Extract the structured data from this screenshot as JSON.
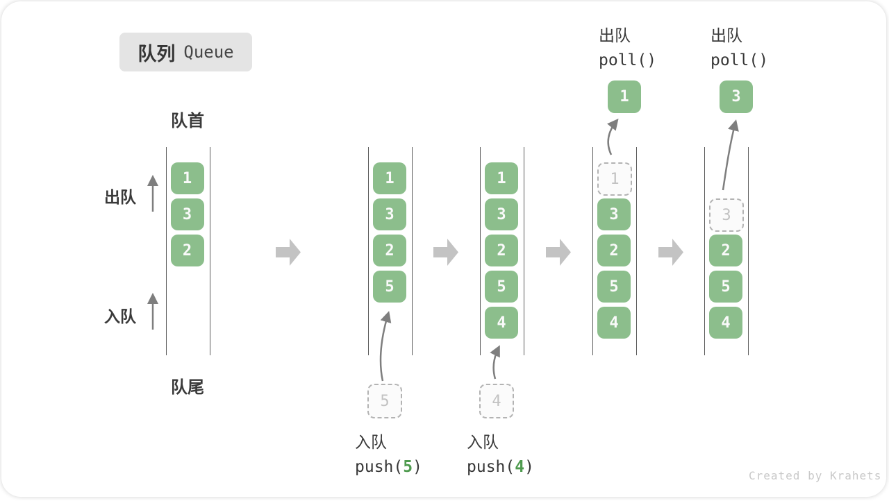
{
  "title": {
    "zh": "队列",
    "en": "Queue"
  },
  "structure_labels": {
    "front": "队首",
    "rear": "队尾",
    "dequeue_side": "出队",
    "enqueue_side": "入队"
  },
  "watermark": "Created by Krahets",
  "colors": {
    "cell_green": "#8cbe8c",
    "code_green": "#4f9b4f",
    "block_arrow_grey": "#c3c3c3",
    "thin_arrow_grey": "#7e7e7e",
    "dashed_grey": "#b3b3b3"
  },
  "columns": [
    {
      "name": "state-1-initial",
      "cells": [
        {
          "slot": 0,
          "value": "1",
          "style": "filled"
        },
        {
          "slot": 1,
          "value": "3",
          "style": "filled"
        },
        {
          "slot": 2,
          "value": "2",
          "style": "filled"
        }
      ]
    },
    {
      "name": "state-2-push-5",
      "cells": [
        {
          "slot": 0,
          "value": "1",
          "style": "filled"
        },
        {
          "slot": 1,
          "value": "3",
          "style": "filled"
        },
        {
          "slot": 2,
          "value": "2",
          "style": "filled"
        },
        {
          "slot": 3,
          "value": "5",
          "style": "filled"
        }
      ],
      "push": {
        "label": "入队",
        "fn_open": "push(",
        "arg": "5",
        "fn_close": ")",
        "staged_value": "5"
      }
    },
    {
      "name": "state-3-push-4",
      "cells": [
        {
          "slot": 0,
          "value": "1",
          "style": "filled"
        },
        {
          "slot": 1,
          "value": "3",
          "style": "filled"
        },
        {
          "slot": 2,
          "value": "2",
          "style": "filled"
        },
        {
          "slot": 3,
          "value": "5",
          "style": "filled"
        },
        {
          "slot": 4,
          "value": "4",
          "style": "filled"
        }
      ],
      "push": {
        "label": "入队",
        "fn_open": "push(",
        "arg": "4",
        "fn_close": ")",
        "staged_value": "4"
      }
    },
    {
      "name": "state-4-poll-1",
      "cells": [
        {
          "slot": 0,
          "value": "1",
          "style": "dashed"
        },
        {
          "slot": 1,
          "value": "3",
          "style": "filled"
        },
        {
          "slot": 2,
          "value": "2",
          "style": "filled"
        },
        {
          "slot": 3,
          "value": "5",
          "style": "filled"
        },
        {
          "slot": 4,
          "value": "4",
          "style": "filled"
        }
      ],
      "poll": {
        "label": "出队",
        "fn": "poll()",
        "value": "1"
      }
    },
    {
      "name": "state-5-poll-3",
      "cells": [
        {
          "slot": 1,
          "value": "3",
          "style": "dashed"
        },
        {
          "slot": 2,
          "value": "2",
          "style": "filled"
        },
        {
          "slot": 3,
          "value": "5",
          "style": "filled"
        },
        {
          "slot": 4,
          "value": "4",
          "style": "filled"
        }
      ],
      "poll": {
        "label": "出队",
        "fn": "poll()",
        "value": "3"
      }
    }
  ]
}
